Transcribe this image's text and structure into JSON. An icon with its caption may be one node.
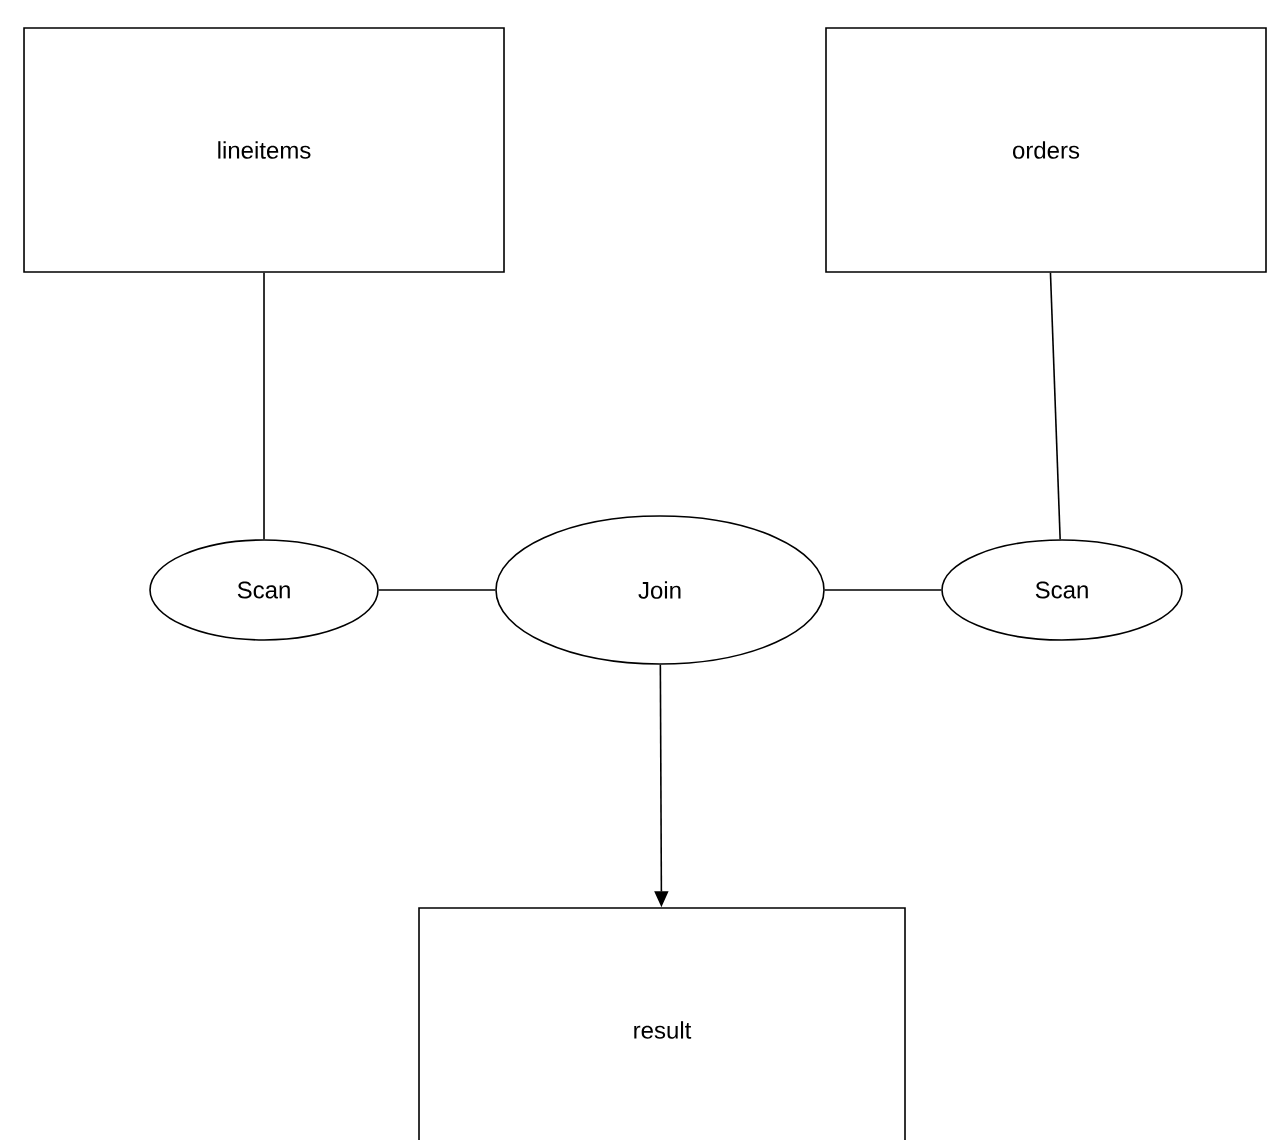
{
  "diagram": {
    "nodes": [
      {
        "text": [
          "lineitems"
        ]
      },
      {
        "text": [
          "orders"
        ]
      },
      {
        "text": [
          "Scan"
        ]
      },
      {
        "text": [
          "Join"
        ]
      },
      {
        "text": [
          "Scan"
        ]
      },
      {
        "text": [
          "result"
        ]
      }
    ],
    "edges": [
      {
        "from": 0,
        "to": 2,
        "arrow": "none"
      },
      {
        "from": 1,
        "to": 4,
        "arrow": "none"
      },
      {
        "from": 2,
        "to": 3,
        "arrow": "none"
      },
      {
        "from": 3,
        "to": 4,
        "arrow": "none"
      },
      {
        "from": 3,
        "to": 5,
        "arrow": "to"
      }
    ]
  }
}
